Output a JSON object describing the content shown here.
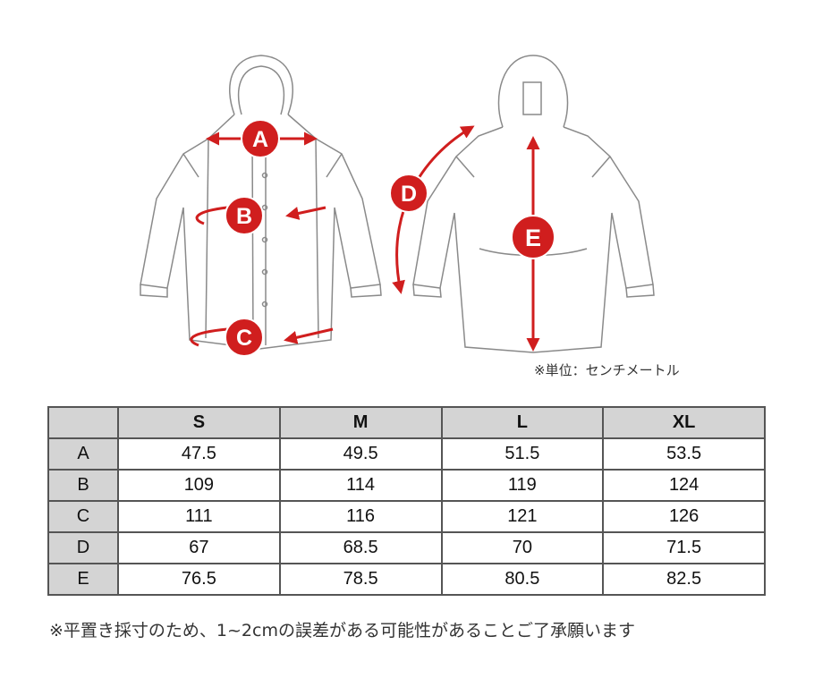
{
  "colors": {
    "accent_red": "#d01e1e",
    "outline": "#8a8a8a",
    "header_bg": "#d4d4d4"
  },
  "labels": {
    "a": "A",
    "b": "B",
    "c": "C",
    "d": "D",
    "e": "E"
  },
  "unit_note": "※単位：センチメートル",
  "table": {
    "headers": [
      "S",
      "M",
      "L",
      "XL"
    ],
    "rows": [
      {
        "label": "A",
        "values": [
          "47.5",
          "49.5",
          "51.5",
          "53.5"
        ]
      },
      {
        "label": "B",
        "values": [
          "109",
          "114",
          "119",
          "124"
        ]
      },
      {
        "label": "C",
        "values": [
          "111",
          "116",
          "121",
          "126"
        ]
      },
      {
        "label": "D",
        "values": [
          "67",
          "68.5",
          "70",
          "71.5"
        ]
      },
      {
        "label": "E",
        "values": [
          "76.5",
          "78.5",
          "80.5",
          "82.5"
        ]
      }
    ]
  },
  "footnote": "※平置き採寸のため、1~2cmの誤差がある可能性があることご了承願います"
}
